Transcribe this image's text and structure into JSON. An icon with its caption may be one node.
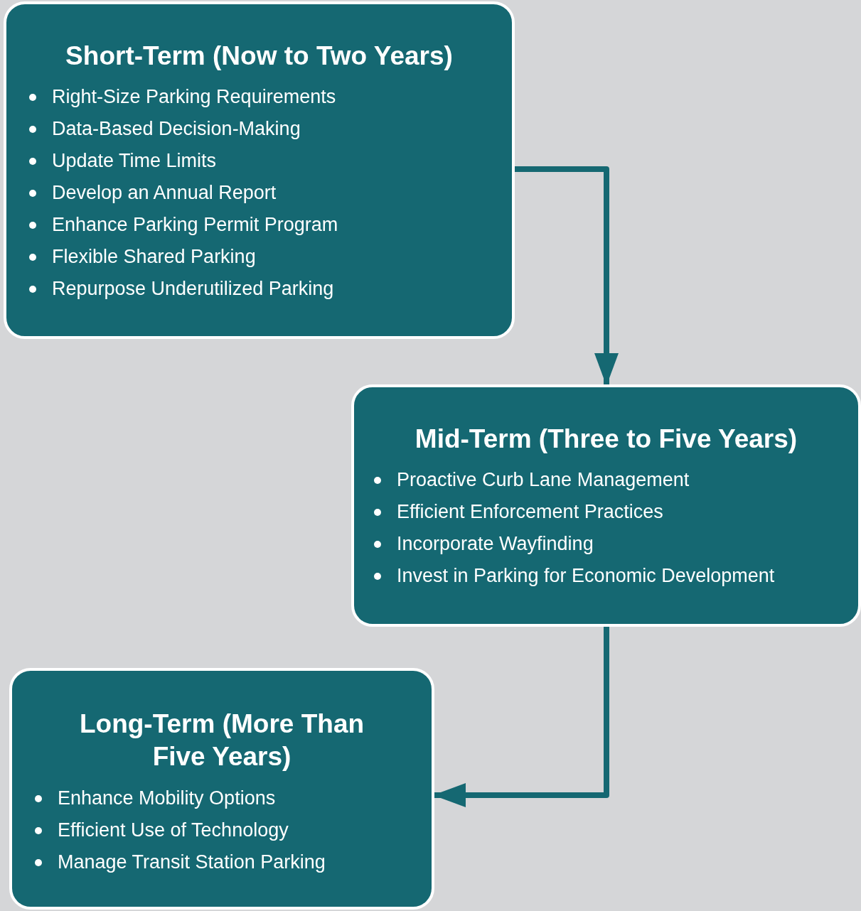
{
  "diagram": {
    "nodes": [
      {
        "text": [
          "Short-Term (Now to Two Years)",
          "Right-Size Parking Requirements",
          "Data-Based Decision-Making",
          "Update Time Limits",
          "Develop an Annual Report",
          "Enhance Parking Permit Program",
          "Flexible Shared Parking",
          "Repurpose Underutilized Parking"
        ]
      },
      {
        "text": [
          "Mid-Term (Three to Five Years)",
          "Proactive Curb Lane Management",
          "Efficient Enforcement Practices",
          "Incorporate Wayfinding",
          "Invest in Parking for Economic Development"
        ]
      },
      {
        "text": [
          "Long-Term (More Than Five Years)",
          "Enhance Mobility Options",
          "Efficient Use of Technology",
          "Manage Transit Station Parking"
        ]
      }
    ],
    "edges": [
      {
        "from": 0,
        "to": 1,
        "arrow": "to"
      },
      {
        "from": 1,
        "to": 2,
        "arrow": "to"
      }
    ]
  }
}
